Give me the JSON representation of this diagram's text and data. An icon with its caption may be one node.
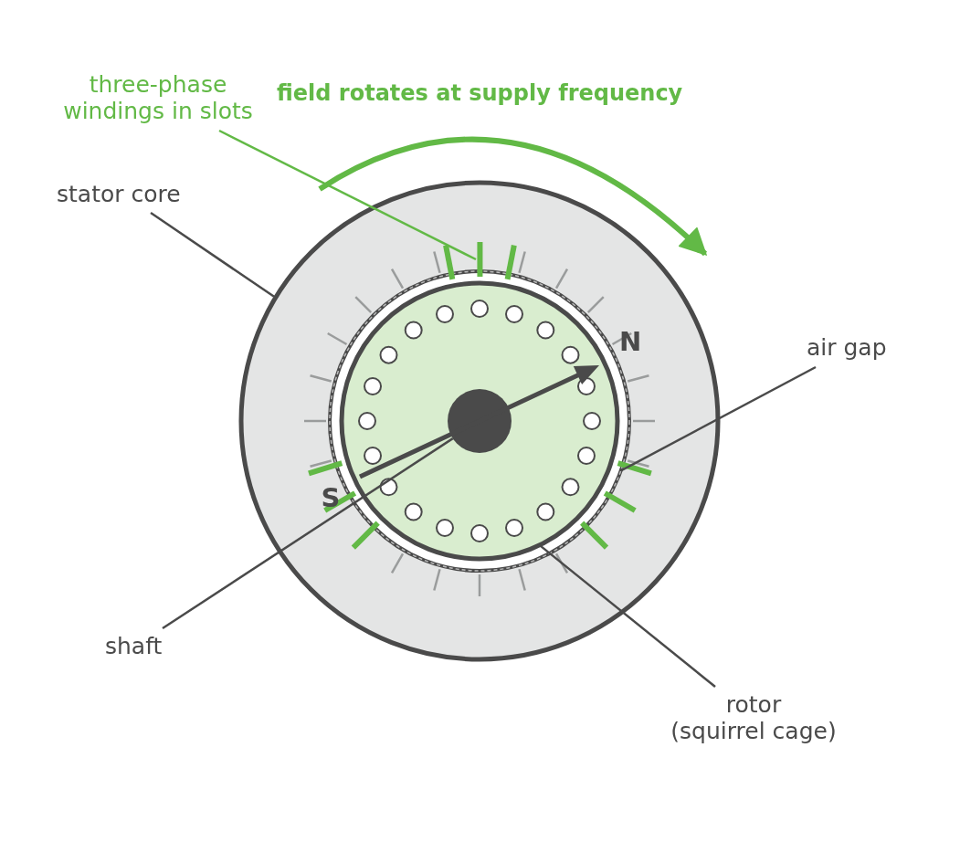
{
  "diagram": {
    "nodes": [
      {
        "text": [
          "three-phase windings in slots"
        ]
      },
      {
        "text": [],
        "shape": "bar",
        "in": 3
      },
      {
        "text": [
          "stator core"
        ]
      },
      {
        "text": [],
        "shape": "circle"
      },
      {
        "text": [
          "air gap"
        ]
      },
      {
        "text": [],
        "shape": "circle",
        "in": 3
      },
      {
        "text": [
          "shaft"
        ]
      },
      {
        "text": [],
        "shape": "circle",
        "in": 9
      },
      {
        "text": [
          "rotor (squirrel cage)"
        ]
      },
      {
        "text": [],
        "shape": "circle",
        "in": 5
      }
    ],
    "edges": [
      {
        "from": 0,
        "to": 1,
        "arrow": "none",
        "color": "#62b946"
      },
      {
        "from": 2,
        "to": 3,
        "arrow": "none"
      },
      {
        "from": 4,
        "to": 5,
        "arrow": "none"
      },
      {
        "from": 6,
        "to": 7,
        "arrow": "none"
      },
      {
        "from": 8,
        "to": 9,
        "arrow": "none"
      }
    ],
    "labels": [
      "field rotates at supply frequency",
      "N",
      "S"
    ]
  }
}
